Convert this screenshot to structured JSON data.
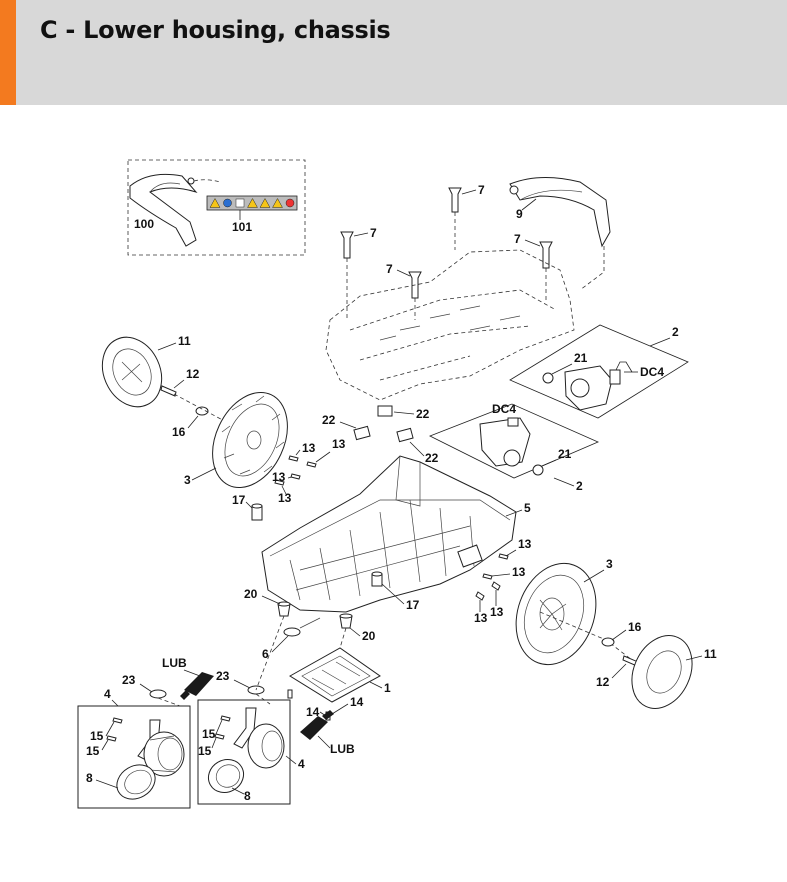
{
  "header": {
    "title": "C - Lower housing, chassis",
    "accent_color": "#f37a1f",
    "background_color": "#d8d8d8"
  },
  "labels": {
    "l100": "100",
    "l101": "101",
    "l9": "9",
    "l7a": "7",
    "l7b": "7",
    "l7c": "7",
    "l7d": "7",
    "l2a": "2",
    "l2b": "2",
    "l21a": "21",
    "l21b": "21",
    "dc4a": "DC4",
    "dc4b": "DC4",
    "l11a": "11",
    "l11b": "11",
    "l12a": "12",
    "l12b": "12",
    "l16a": "16",
    "l16b": "16",
    "l3a": "3",
    "l3b": "3",
    "l22a": "22",
    "l22b": "22",
    "l22c": "22",
    "l13a": "13",
    "l13b": "13",
    "l13c": "13",
    "l13d": "13",
    "l13e": "13",
    "l13f": "13",
    "l13g": "13",
    "l13h": "13",
    "l17a": "17",
    "l17b": "17",
    "l5": "5",
    "l20a": "20",
    "l20b": "20",
    "l6": "6",
    "l1": "1",
    "l14a": "14",
    "l14b": "14",
    "lub1": "LUB",
    "lub2": "LUB",
    "l23a": "23",
    "l23b": "23",
    "l4a": "4",
    "l4b": "4",
    "l15a": "15",
    "l15b": "15",
    "l15c": "15",
    "l15d": "15",
    "l8a": "8",
    "l8b": "8"
  },
  "warning_icons": [
    "warning-icon",
    "book-icon",
    "distance-icon",
    "warning-icon",
    "warning-icon",
    "warning-icon",
    "no-icon"
  ]
}
